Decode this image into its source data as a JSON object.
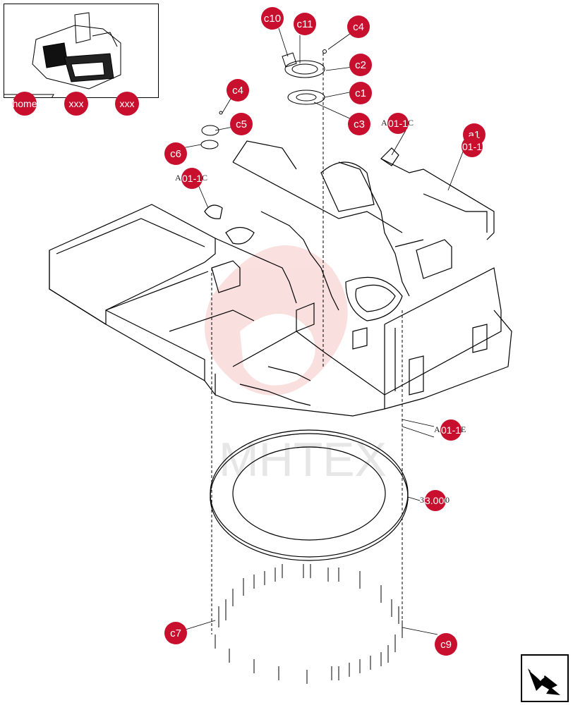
{
  "thumbnail": {
    "home_label": "home",
    "prev_label": "xxx",
    "next_label": "xxx"
  },
  "callouts": {
    "c10": "c10",
    "c11": "c11",
    "c4_top": "c4",
    "c2": "c2",
    "c1": "c1",
    "c3": "c3",
    "c4_left": "c4",
    "c5": "c5",
    "c6": "c6",
    "a1": "a1",
    "c7": "c7",
    "c9": "c9"
  },
  "refs": {
    "ref_top_prefix": "A",
    "ref_top_dot": "01-1",
    "ref_top_suffix": "C",
    "ref_left_prefix": "A",
    "ref_left_dot": "01-1",
    "ref_left_suffix": "C",
    "ref_right_prefix": "A",
    "ref_right_dot": "01-1",
    "ref_right_suffix": "E",
    "ref_ring_prefix": "3",
    "ref_ring_dot": "3.000",
    "ref_ring_suffix": "0",
    "ref_a1_text": "01-1"
  },
  "watermark": "MHTEX",
  "colors": {
    "callout": "#c8102e",
    "line": "#000000",
    "watermark": "#f3c4c4"
  }
}
